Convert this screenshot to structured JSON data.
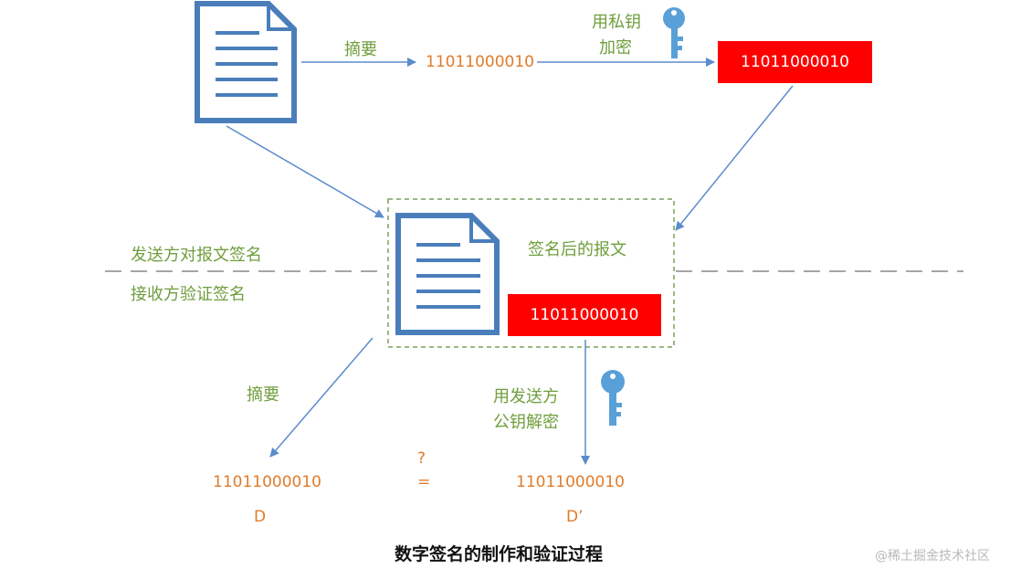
{
  "labels": {
    "digest_top": "摘要",
    "encrypt_line1": "用私钥",
    "encrypt_line2": "加密",
    "signed_message": "签名后的报文",
    "sender_side": "发送方对报文签名",
    "receiver_side": "接收方验证签名",
    "digest_bottom": "摘要",
    "decrypt_line1": "用发送方",
    "decrypt_line2": "公钥解密",
    "question_mark": "?",
    "equals_sign": "=",
    "d_label": "D",
    "d_prime_label": "D’"
  },
  "values": {
    "hash_top": "11011000010",
    "encrypted_top": "11011000010",
    "encrypted_in_message": "11011000010",
    "hash_d": "11011000010",
    "hash_d_prime": "11011000010"
  },
  "caption": "数字签名的制作和验证过程",
  "watermark": "@稀土掘金技术社区",
  "colors": {
    "document": "#4a7ebb",
    "arrow": "#5b8ccc",
    "label_green": "#6f9e3d",
    "hash_orange": "#e07b2a",
    "encrypted_red": "#ff0000",
    "key": "#5aa0d8",
    "dashed": "#a6a6a6",
    "group_border": "#7aa05a"
  },
  "icons": [
    "document-icon",
    "key-icon"
  ]
}
